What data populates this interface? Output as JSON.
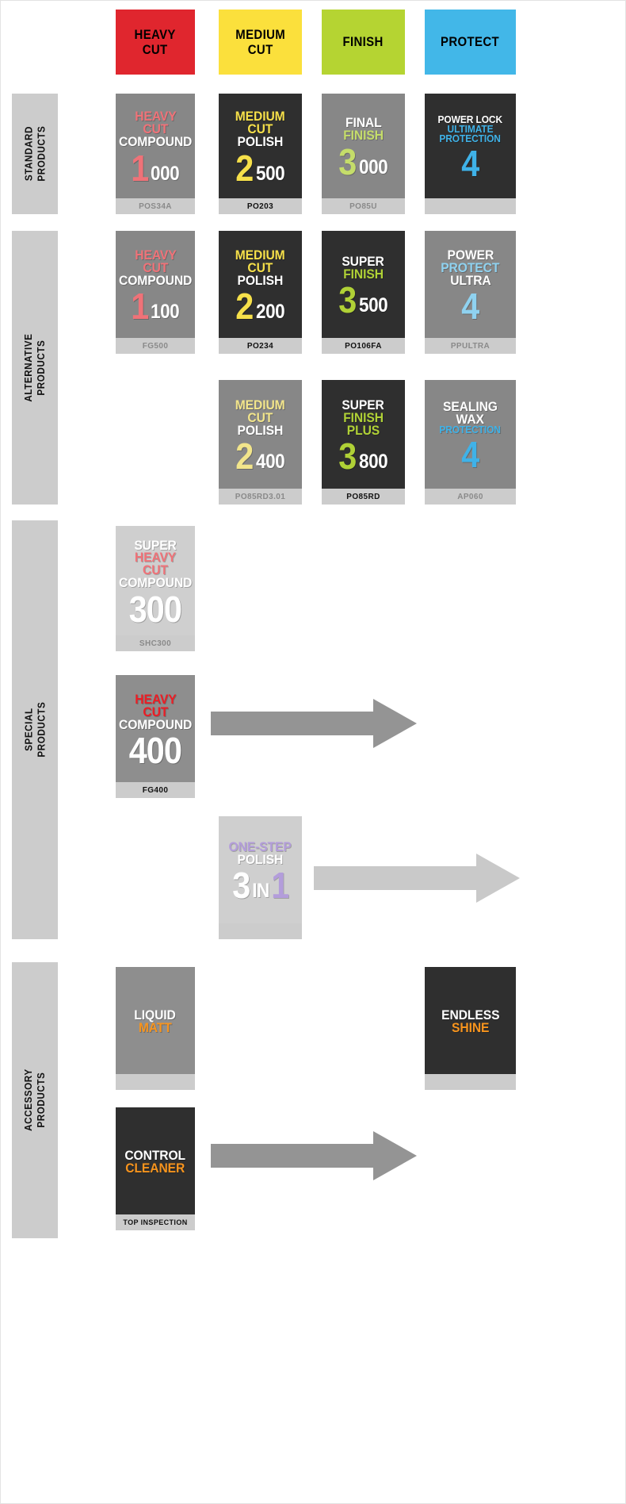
{
  "columns": [
    {
      "id": "heavy-cut",
      "label": "HEAVY\nCUT",
      "label_l1": "HEAVY",
      "label_l2": "CUT",
      "color": "#e0262e"
    },
    {
      "id": "medium-cut",
      "label": "MEDIUM\nCUT",
      "label_l1": "MEDIUM",
      "label_l2": "CUT",
      "color": "#fbe03c"
    },
    {
      "id": "finish",
      "label": "FINISH",
      "label_l1": "FINISH",
      "label_l2": "",
      "color": "#b5d432"
    },
    {
      "id": "protect",
      "label": "PROTECT",
      "label_l1": "PROTECT",
      "label_l2": "",
      "color": "#42b7e8"
    }
  ],
  "rows": [
    {
      "id": "standard",
      "label": "STANDARD\nPRODUCTS",
      "label_l1": "STANDARD",
      "label_l2": "PRODUCTS"
    },
    {
      "id": "alternative",
      "label": "ALTERNATIVE\nPRODUCTS",
      "label_l1": "ALTERNATIVE",
      "label_l2": "PRODUCTS"
    },
    {
      "id": "special",
      "label": "SPECIAL\nPRODUCTS",
      "label_l1": "SPECIAL",
      "label_l2": "PRODUCTS"
    },
    {
      "id": "accessory",
      "label": "ACCESSORY\nPRODUCTS",
      "label_l1": "ACCESSORY",
      "label_l2": "PRODUCTS"
    }
  ],
  "products": {
    "heavy_cut_1000": {
      "line1": "HEAVY",
      "line2": "CUT",
      "line3": "COMPOUND",
      "number": "1",
      "suffix": "000",
      "code": "POS34A"
    },
    "medium_cut_2500": {
      "line1": "MEDIUM",
      "line2": "CUT",
      "line3": "POLISH",
      "number": "2",
      "suffix": "500",
      "code": "PO203"
    },
    "final_finish_3000": {
      "line1": "FINAL",
      "line2": "FINISH",
      "line3": "",
      "number": "3",
      "suffix": "000",
      "code": "PO85U"
    },
    "power_lock_4": {
      "line1": "POWER LOCK",
      "line2": "ULTIMATE",
      "line3": "PROTECTION",
      "number": "4",
      "suffix": "",
      "code": ""
    },
    "heavy_cut_1100": {
      "line1": "HEAVY",
      "line2": "CUT",
      "line3": "COMPOUND",
      "number": "1",
      "suffix": "100",
      "code": "FG500"
    },
    "medium_cut_2200": {
      "line1": "MEDIUM",
      "line2": "CUT",
      "line3": "POLISH",
      "number": "2",
      "suffix": "200",
      "code": "PO234"
    },
    "super_finish_3500": {
      "line1": "SUPER",
      "line2": "FINISH",
      "line3": "",
      "number": "3",
      "suffix": "500",
      "code": "PO106FA"
    },
    "power_protect_ultra_4": {
      "line1": "POWER",
      "line2": "PROTECT",
      "line3": "ULTRA",
      "number": "4",
      "suffix": "",
      "code": "PPULTRA"
    },
    "medium_cut_2400": {
      "line1": "MEDIUM",
      "line2": "CUT",
      "line3": "POLISH",
      "number": "2",
      "suffix": "400",
      "code": "PO85RD3.01"
    },
    "super_finish_plus_3800": {
      "line1": "SUPER",
      "line2": "FINISH",
      "line3": "PLUS",
      "number": "3",
      "suffix": "800",
      "code": "PO85RD"
    },
    "sealing_wax_4": {
      "line1": "SEALING",
      "line2": "WAX",
      "line3": "PROTECTION",
      "number": "4",
      "suffix": "",
      "code": "AP060"
    },
    "super_heavy_cut_300": {
      "line1": "SUPER",
      "line2": "HEAVY CUT",
      "line3": "COMPOUND",
      "number": "300",
      "suffix": "",
      "code": "SHC300"
    },
    "heavy_cut_400": {
      "line1": "HEAVY",
      "line2": "CUT",
      "line3": "COMPOUND",
      "number": "400",
      "suffix": "",
      "code": "FG400"
    },
    "one_step_3in1": {
      "line1": "ONE-STEP",
      "line2": "POLISH",
      "line3": "",
      "number": "3",
      "suffix": "IN",
      "suffix2": "1",
      "code": ""
    },
    "liquid_matt": {
      "line1": "LIQUID",
      "line2": "MATT",
      "line3": "",
      "number": "",
      "suffix": "",
      "code": ""
    },
    "endless_shine": {
      "line1": "ENDLESS",
      "line2": "SHINE",
      "line3": "",
      "number": "",
      "suffix": "",
      "code": ""
    },
    "control_cleaner": {
      "line1": "CONTROL",
      "line2": "CLEANER",
      "line3": "",
      "number": "",
      "suffix": "",
      "code": "TOP INSPECTION"
    }
  },
  "arrows": {
    "special_heavy_cut_400": {
      "name": "arrow-right-dark",
      "color": "#949494"
    },
    "special_one_step": {
      "name": "arrow-right-light",
      "color": "#c9c9c9"
    },
    "accessory_control_cleaner": {
      "name": "arrow-right-dark",
      "color": "#949494"
    }
  },
  "palette": {
    "heavy_cut": "#e0262e",
    "medium_cut": "#fbe03c",
    "finish": "#b5d432",
    "protect": "#42b7e8",
    "card_grey": "#878787",
    "card_dark": "#2f2f2f",
    "code_strip": "#cccccc",
    "row_label": "#cccccc"
  }
}
